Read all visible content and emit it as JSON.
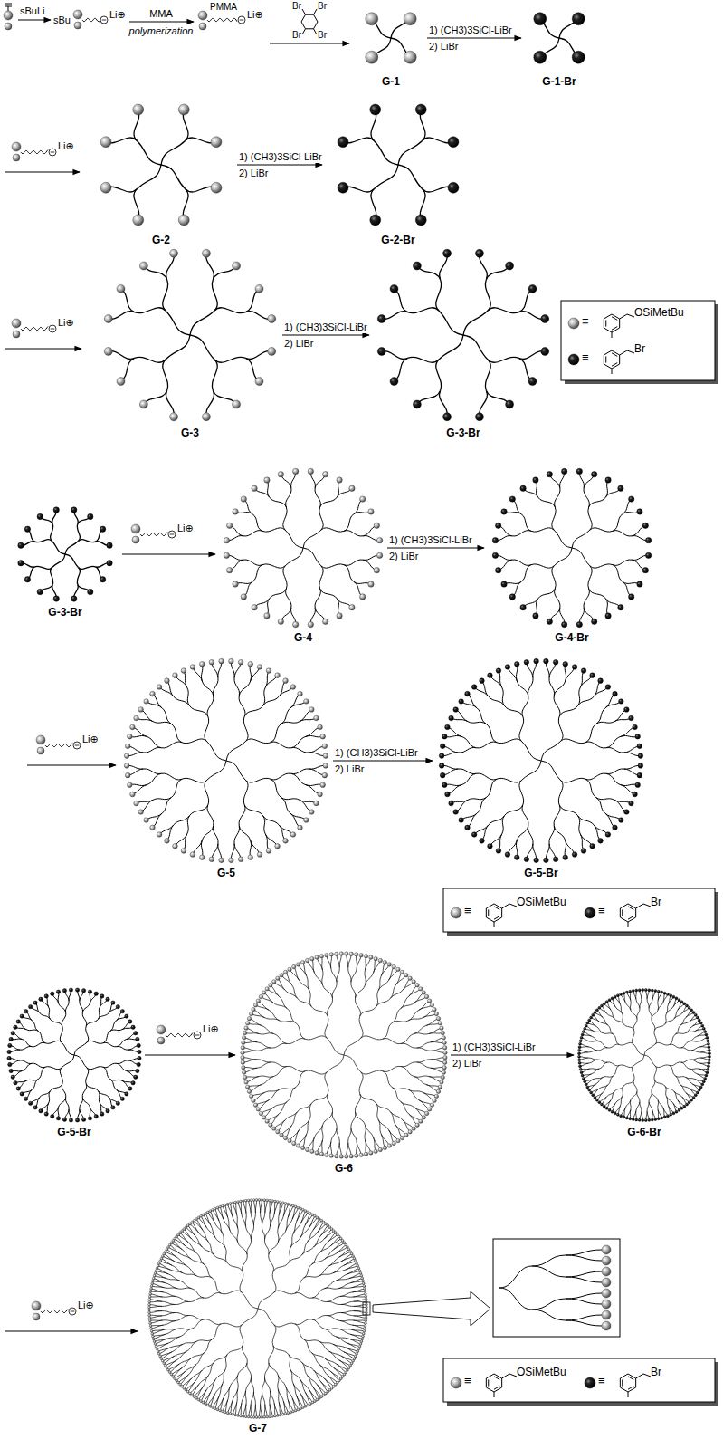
{
  "diagram": {
    "labels": [
      "sBuLi",
      "sBu",
      "Li⊕",
      "MMA",
      "polymerization",
      "PMMA",
      "Li⊕",
      "Br",
      "Br",
      "Br",
      "Br",
      "G-1",
      "1) (CH3)3SiCl-LiBr",
      "2) LiBr",
      "G-1-Br",
      "Li⊕",
      "G-2",
      "1) (CH3)3SiCl-LiBr",
      "2) LiBr",
      "G-2-Br",
      "Li⊕",
      "G-3",
      "1) (CH3)3SiCl-LiBr",
      "2) LiBr",
      "G-3-Br",
      "G-3-Br",
      "Li⊕",
      "G-4",
      "1) (CH3)3SiCl-LiBr",
      "2) LiBr",
      "G-4-Br",
      "Li⊕",
      "G-5",
      "1) (CH3)3SiCl-LiBr",
      "2) LiBr",
      "G-5-Br",
      "G-5-Br",
      "Li⊕",
      "G-6",
      "1) (CH3)3SiCl-LiBr",
      "2) LiBr",
      "G-6-Br",
      "Li⊕",
      "G-7",
      "≡",
      "≡",
      "≡",
      "≡",
      "≡",
      "≡"
    ],
    "legend": [
      {
        "text": "OSiMetBu"
      },
      {
        "text": "Br"
      },
      {
        "text": "OSiMetBu"
      },
      {
        "text": "Br"
      },
      {
        "text": "OSiMetBu"
      },
      {
        "text": "Br"
      }
    ]
  }
}
